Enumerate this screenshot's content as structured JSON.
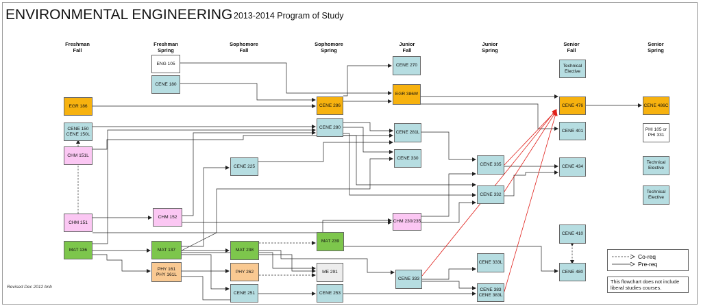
{
  "title": "ENVIRONMENTAL ENGINEERING",
  "subtitle": "2013-2014 Program of Study",
  "terms": [
    {
      "line1": "Freshman",
      "line2": "Fall"
    },
    {
      "line1": "Freshman",
      "line2": "Spring"
    },
    {
      "line1": "Sophomore",
      "line2": "Fall"
    },
    {
      "line1": "Sophomore",
      "line2": "Spring"
    },
    {
      "line1": "Junior",
      "line2": "Fall"
    },
    {
      "line1": "Junior",
      "line2": "Spring"
    },
    {
      "line1": "Senior",
      "line2": "Fall"
    },
    {
      "line1": "Senior",
      "line2": "Spring"
    }
  ],
  "courses": {
    "egr186": {
      "lines": [
        "EGR 186"
      ],
      "color": "#f7b20f"
    },
    "cene150": {
      "lines": [
        "CENE 150",
        "CENE 150L"
      ],
      "color": "#b6dde1"
    },
    "chm151l": {
      "lines": [
        "CHM 151L"
      ],
      "color": "#fbc7f3"
    },
    "chm151": {
      "lines": [
        "CHM 151"
      ],
      "color": "#fbc7f3"
    },
    "mat136": {
      "lines": [
        "MAT 136"
      ],
      "color": "#7dc64c"
    },
    "eng105": {
      "lines": [
        "ENG 105"
      ],
      "color": "#ffffff"
    },
    "cene180": {
      "lines": [
        "CENE 180"
      ],
      "color": "#b6dde1"
    },
    "chm152": {
      "lines": [
        "CHM 152"
      ],
      "color": "#fbc7f3"
    },
    "mat137": {
      "lines": [
        "MAT 137"
      ],
      "color": "#7dc64c"
    },
    "phy161": {
      "lines": [
        "PHY 161",
        "PHY 161L"
      ],
      "color": "#f9c992"
    },
    "cene225": {
      "lines": [
        "CENE 225"
      ],
      "color": "#b6dde1"
    },
    "mat238": {
      "lines": [
        "MAT 238"
      ],
      "color": "#7dc64c"
    },
    "phy262": {
      "lines": [
        "PHY 262"
      ],
      "color": "#f9c992"
    },
    "cene251": {
      "lines": [
        "CENE 251"
      ],
      "color": "#b6dde1"
    },
    "cene286": {
      "lines": [
        "CENE 286"
      ],
      "color": "#f7b20f"
    },
    "cene280": {
      "lines": [
        "CENE 280"
      ],
      "color": "#b6dde1"
    },
    "mat239": {
      "lines": [
        "MAT 239"
      ],
      "color": "#7dc64c"
    },
    "me291": {
      "lines": [
        "ME 291"
      ],
      "color": "#ededed"
    },
    "cene253": {
      "lines": [
        "CENE 253"
      ],
      "color": "#b6dde1"
    },
    "cene270": {
      "lines": [
        "CENE 270"
      ],
      "color": "#b6dde1"
    },
    "egr386w": {
      "lines": [
        "EGR 386W"
      ],
      "color": "#f7b20f"
    },
    "cene281l": {
      "lines": [
        "CENE 281L"
      ],
      "color": "#b6dde1"
    },
    "cene330": {
      "lines": [
        "CENE 330"
      ],
      "color": "#b6dde1"
    },
    "chm230": {
      "lines": [
        "CHM 230/235"
      ],
      "color": "#fbc7f3"
    },
    "cene333": {
      "lines": [
        "CENE 333"
      ],
      "color": "#b6dde1"
    },
    "cene335": {
      "lines": [
        "CENE 335"
      ],
      "color": "#b6dde1"
    },
    "cene332": {
      "lines": [
        "CENE 332"
      ],
      "color": "#b6dde1"
    },
    "cene333l": {
      "lines": [
        "CENE 333L"
      ],
      "color": "#b6dde1"
    },
    "cene383": {
      "lines": [
        "CENE 383",
        "CENE 383L"
      ],
      "color": "#b6dde1"
    },
    "techA": {
      "lines": [
        "Technical",
        "Elective"
      ],
      "color": "#b6dde1"
    },
    "cene476": {
      "lines": [
        "CENE 476"
      ],
      "color": "#f7b20f"
    },
    "cene401": {
      "lines": [
        "CENE 401"
      ],
      "color": "#b6dde1"
    },
    "cene434": {
      "lines": [
        "CENE 434"
      ],
      "color": "#b6dde1"
    },
    "cene410": {
      "lines": [
        "CENE 410"
      ],
      "color": "#b6dde1"
    },
    "cene480": {
      "lines": [
        "CENE 480"
      ],
      "color": "#b6dde1"
    },
    "cene486c": {
      "lines": [
        "CENE 486C"
      ],
      "color": "#f7b20f"
    },
    "phi105": {
      "lines": [
        "PHI 105 or",
        "PHI 331"
      ],
      "color": "#ffffff"
    },
    "techB": {
      "lines": [
        "Technical",
        "Elective"
      ],
      "color": "#b6dde1"
    },
    "techC": {
      "lines": [
        "Technical",
        "Elective"
      ],
      "color": "#b6dde1"
    }
  },
  "legend": {
    "coreq": "Co-req",
    "prereq": "Pre-req"
  },
  "note": "This flowchart does not include liberal studies courses.",
  "revised": "Revised Dec 2012 bnb"
}
